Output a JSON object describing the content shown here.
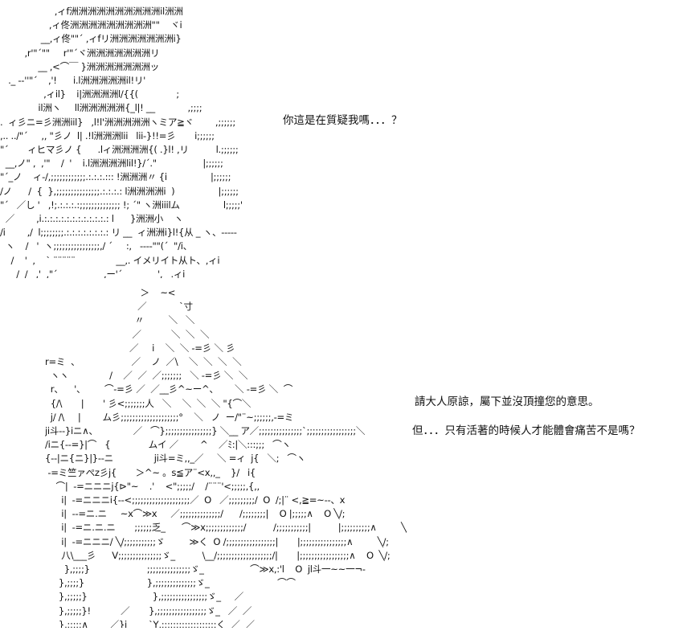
{
  "panels": {
    "top": {
      "art": "                    ,ィf洲洲洲洲洲洲洲洲洲洲il洲洲\n                  ,ィ佟洲洲洲洲洲洲洲洲洲\"\"    ヾi\n               __,ィ佟\"\"´ ,ィfリ洲洲洲洲洲洲洲i}\n         ,r'\"´\"\"     r'\"´ヾ洲洲洲洲洲洲洲リ\n              __ ,<⌒￣ }洲洲洲洲洲洲洲ッ\n   ._ -‐''\"´    ,'!      i.l洲洲洲洲洲il!リ'\n                ,ィil}    i|洲洲洲洲l/{{(              ;\n              il洲ヽ     ll洲洲洲洲洲{_l|! __            ,;;;;\n.  ィ彡ニ=彡洲洲iil}   ,l!l'洲洲洲洲洲ヽミア≧ヾ        ,;;;;;;\n,.. ../\"´     ,, \"彡ノ  l| .!l洲洲洲lii   lii-}!!=彡       i;;;;;;\n\"´       ィヒマ彡ノ {      .lィ洲洲洲洲{( .}l! ,リ          l.;;;;;;\n  __,ノ\" ,  ,'\"    /  '    i.l洲洲洲洲lil!}/´.\"                 |;;;;;;\n\"´_ノ    ィ-/,;;;;;;;;;;;;.:.:.:.::: !洲洲洲〃 {i                |;;;;;;\n/ノ      /  {  },;;;;;;;;;;;;;;;.:.:.:.: l洲洲洲洲i  )                |;;;;;;\n\"´   ／し '   ,!;.:.:.:.:;;;;;;;;;;;;;; !; ´\" ヽ洲iiilム                l;;;;;'\n  ／        ,i.:.:.:.:.:.:.:.:.:.:.:.: l      }洲洲小    ヽ\n/i        ,/  l;;;;;;;;.:.:.:.:.:.:.:.: リ __  ィ洲洲i}l!{从 _ ヽ、-‐‐‐‐\n  ヽ    /   '  ヽ;;;;;;;;;;;;;;;;,/ ´     :,   ‐‐‐‐\"\"(´  \"/i、\n    /    '  ,    ` ¨¨¨¨¨               __,. イメリイト从ト、,ィi\n      /  /   ,'  ,\"´                 ,ー'´             ',   .ィi\n. ィ  ,'  ／      __   --      ---  、   ')  乂リ{从乂i从"
    },
    "bottom": {
      "art": "                                   ＞    ~<\n                                  ／            ˋ寸\n                                 〃         ＼   ＼\n                                ／           ＼  ＼  ＼\n                               ／     i    ＼  ＼ -=彡 ＼ 彡\nr=ミ  、                   ／    ノ  ／\\    ＼  ＼  ＼  ＼\n  ヽヽ               /    ／  ／  ／;;;;;;;   ＼ -=彡 ＼  ＼\n  r、    '、       ⌒-=彡 ／  ／__彡^~ー^、      ＼ -=彡 ＼  ⌒\n  {/\\       |       ' 彡<;;;;;;;人   ＼    ＼  ＼  ＼ \"{⌒＼\n  j/ /\\     |        ム彡;;;;;;;;;;;;;;;;;;;;°    ＼   ノ  ー/\"¨~;;;;;;,-=ミ\nji斗--}iニ∧、             ／   ⌒};;;;;;;;;;;;;;;;} ＼__ ア／;;;;;;;;;;;;;;;`;;;;;;;;;;;;;;;;;＼\n/iニ{--=}|⌒   {              ムイ ／        ^    ／ﾐ:|＼:::;;;   ⌒ヽ\n{--|ニ{ニ}|}--ニ               ji斗=ミ,,_／     ＼ =ィ  j{   ＼;   ⌒ヽ\n -=ミ竺ァぺz彡j{       ＞^~ 。s≦ア¨<x,,_    }/   i{\n    ⌒|  -=ニニニj{⊳\"~    .'    <\";;;;;/    /¨¨¨'<;;;;;,{,,\n      i|  -=ニニニi{--<;;;;;;;;;;;;;;;;;;;;／  O   ／;;;;;;;;;/  O  /;|¨ <,≧=~--、x\n      i|  --=ニ.ニ     ~x⌒≫x     ／;;;;;;;;;;;;;;/      /;;;;;;;;|    O |;;;;;∧    O ╲/;\n      i|  -=ニ.ニ.ニ       ;;;;;;乏_      ⌒≫x;;;;;;;;;;;;;/          /;;;;;;;;;;;|          |;;;;;;;;;;∧         ╲/;\n      i|  -=ニニニ/ ╲/;;;;;;;;;;;ゞ         ≫く  O /;;;;;;;;;;;;;;;;;|       |;;;;;;;;;;;;;;;;∧         ╲/;\n      八\\___彡      V;;;;;;;;;;;;;;;ゞ_          \\__/;;;;;;;;;;;;;;;;;;;/|       |;;;;;;;;;;;;;;;;;∧    O  ╲/;\n       },;;;;}                     ;;;;;;;;;;;;;;;ゞ_                 ⌒≫x,:'l    O  jl斗一~~一¬-\n     },;;;;}                       },;;;;;;;;;;;;;;ゞ_                         ⌒⌒\n     },;;;;;}                        },;;;;;;;;;;;;;;;;ゞ_     ／\n     },;;;;;}!           ／       },;;;;;;;;;;;;;;;;;ゞ_   ／  ／\n     },;;;;;∧        ／}i        `Y,;;;;;;;;;;;;;;;;;;;く  ／  ／"
    }
  },
  "dialogue": {
    "line_1": "你這是在質疑我嗎．．．？",
    "line_2": "請大人原諒，屬下並沒頂撞您的意思。",
    "line_3": "但．．．只有活著的時候人才能體會痛苦不是嗎？"
  }
}
